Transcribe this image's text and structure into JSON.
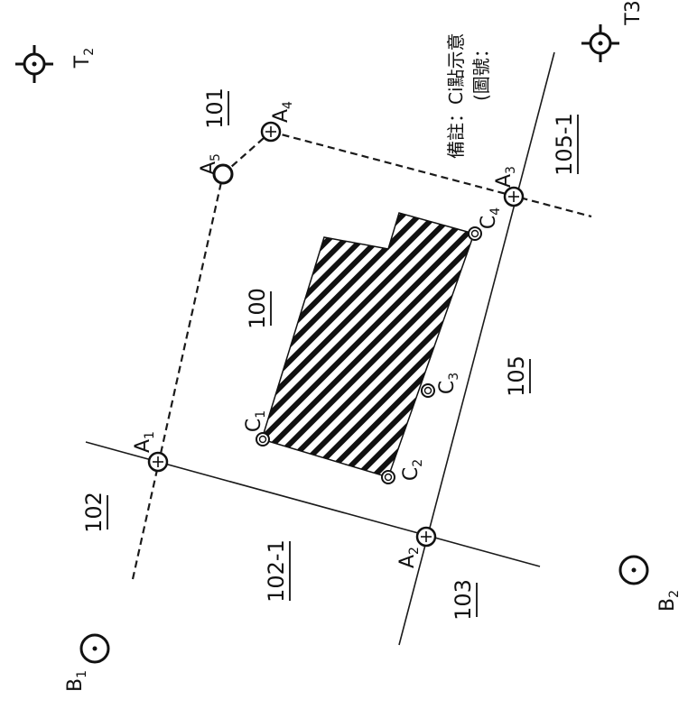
{
  "points": {
    "T2": {
      "main": "T",
      "sub": "2"
    },
    "T3": {
      "main": "T3",
      "sub": ""
    },
    "A1": {
      "main": "A",
      "sub": "1"
    },
    "A2": {
      "main": "A",
      "sub": "2"
    },
    "A3": {
      "main": "A",
      "sub": "3"
    },
    "A4": {
      "main": "A",
      "sub": "4"
    },
    "A5": {
      "main": "A",
      "sub": "5"
    },
    "B1": {
      "main": "B",
      "sub": "1"
    },
    "B2": {
      "main": "B",
      "sub": "2"
    },
    "C1": {
      "main": "C",
      "sub": "1"
    },
    "C2": {
      "main": "C",
      "sub": "2"
    },
    "C3": {
      "main": "C",
      "sub": "3"
    },
    "C4": {
      "main": "C",
      "sub": "4"
    }
  },
  "parcels": {
    "p100": "100",
    "p101": "101",
    "p102": "102",
    "p102_1": "102-1",
    "p103": "103",
    "p105": "105",
    "p105_1": "105-1"
  },
  "notes": {
    "line1": "備註：Ci點示意",
    "line2": "(圖號："
  },
  "colors": {
    "ink": "#111111",
    "background": "#ffffff"
  }
}
